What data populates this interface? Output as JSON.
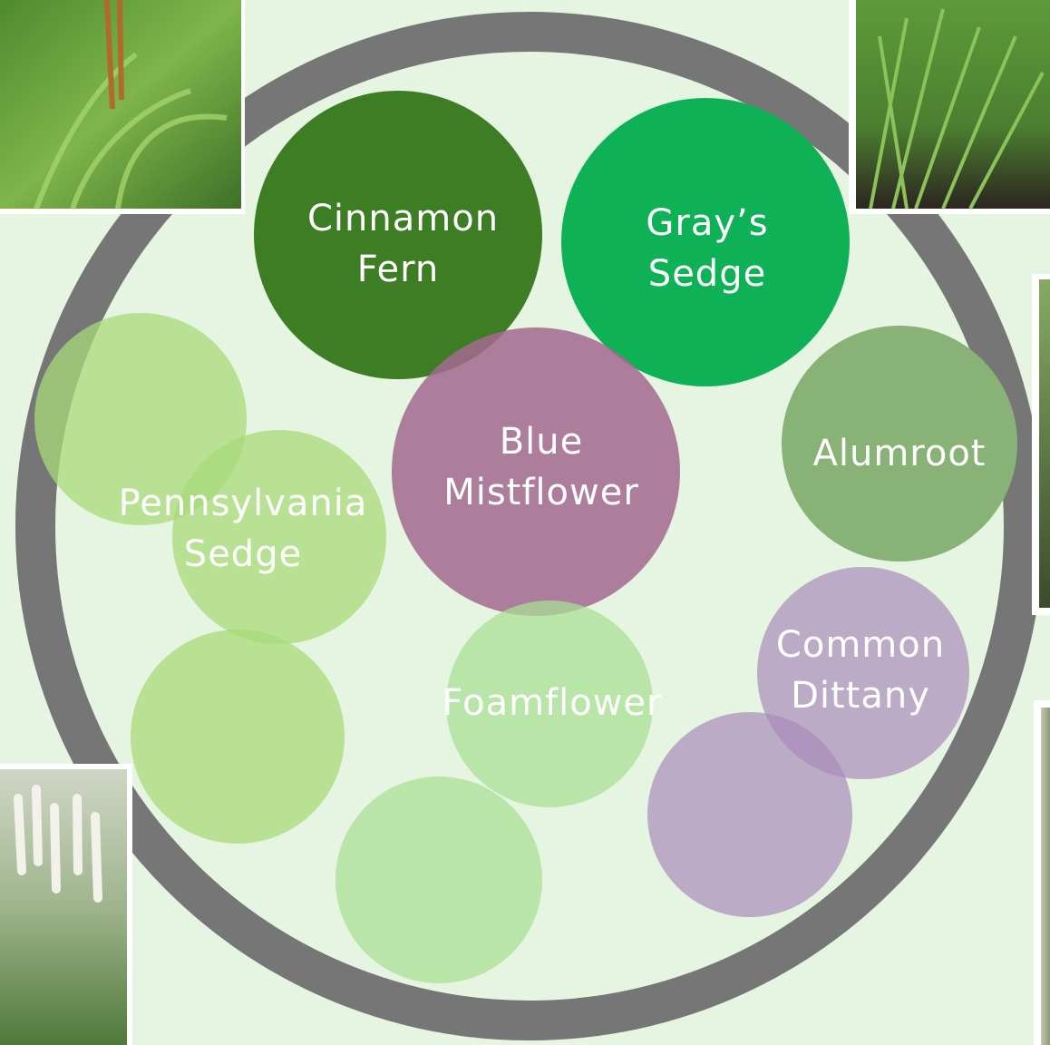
{
  "colors": {
    "background": "#e5f5e1",
    "ring": "#767676",
    "label_text": "#ffffff"
  },
  "plants": [
    {
      "id": "cinnamon-fern",
      "lines": [
        "Cinnamon",
        "Fern"
      ],
      "color": "#3d7d24",
      "opacity": 1
    },
    {
      "id": "grays-sedge",
      "lines": [
        "Gray’s",
        "Sedge"
      ],
      "color": "#0fb156",
      "opacity": 1
    },
    {
      "id": "blue-mistflower",
      "lines": [
        "Blue",
        "Mistflower"
      ],
      "color": "#a2698f",
      "opacity": 0.85
    },
    {
      "id": "alumroot",
      "lines": [
        "Alumroot"
      ],
      "color": "#89b276",
      "opacity": 1
    },
    {
      "id": "pennsylvania-sedge",
      "lines": [
        "Pennsylvania",
        "Sedge"
      ],
      "color": "#a8d97a",
      "opacity": 0.75
    },
    {
      "id": "foamflower",
      "lines": [
        "Foamflower"
      ],
      "color": "#a9df94",
      "opacity": 0.75
    },
    {
      "id": "common-dittany",
      "lines": [
        "Common",
        "Dittany"
      ],
      "color": "#a98bbb",
      "opacity": 0.7
    }
  ],
  "photos": [
    {
      "id": "cinnamon-fern-photo",
      "subject": "cinnamon fern"
    },
    {
      "id": "grays-sedge-photo",
      "subject": "gray's sedge"
    },
    {
      "id": "alumroot-photo",
      "subject": "alumroot"
    },
    {
      "id": "foamflower-photo",
      "subject": "foamflower"
    },
    {
      "id": "dittany-photo",
      "subject": "common dittany"
    }
  ]
}
